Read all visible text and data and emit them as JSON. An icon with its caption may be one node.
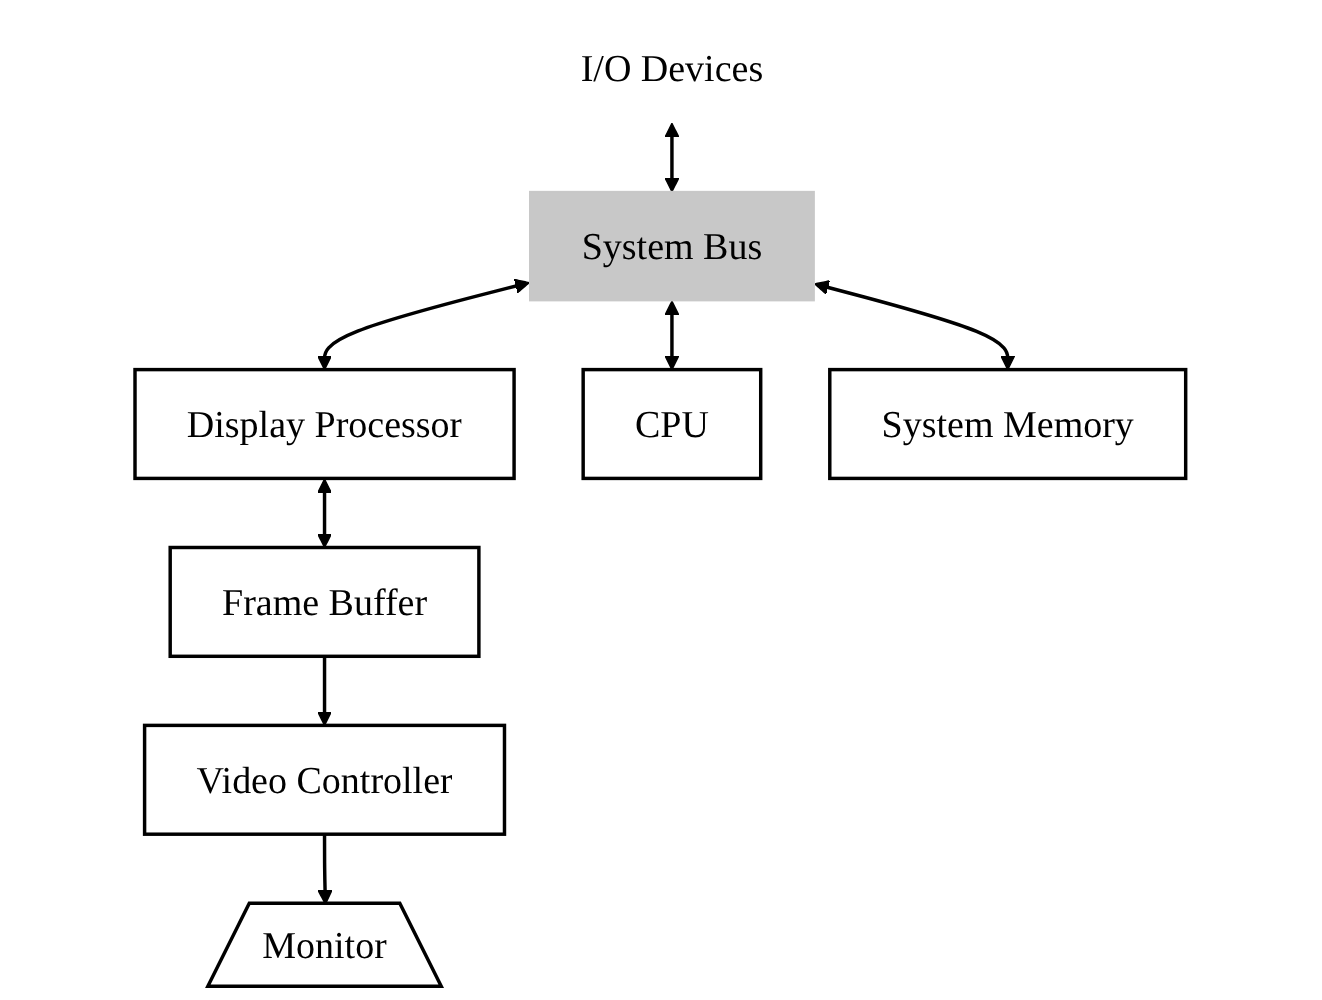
{
  "diagram": {
    "nodes": [
      {
        "text": [
          "I/O Devices"
        ]
      },
      {
        "text": [
          "System Bus"
        ]
      },
      {
        "text": [
          "Display Processor"
        ]
      },
      {
        "text": [
          "CPU"
        ]
      },
      {
        "text": [
          "System Memory"
        ]
      },
      {
        "text": [
          "Frame Buffer"
        ]
      },
      {
        "text": [
          "Video Controller"
        ]
      },
      {
        "text": [
          "Monitor"
        ]
      }
    ],
    "edges": [
      {
        "from": 0,
        "to": 1,
        "arrow": "both"
      },
      {
        "from": 1,
        "to": 2,
        "arrow": "both"
      },
      {
        "from": 1,
        "to": 3,
        "arrow": "both"
      },
      {
        "from": 1,
        "to": 4,
        "arrow": "both"
      },
      {
        "from": 2,
        "to": 5,
        "arrow": "both"
      },
      {
        "from": 5,
        "to": 6,
        "arrow": "to"
      },
      {
        "from": 6,
        "to": 7,
        "arrow": "to"
      }
    ]
  }
}
